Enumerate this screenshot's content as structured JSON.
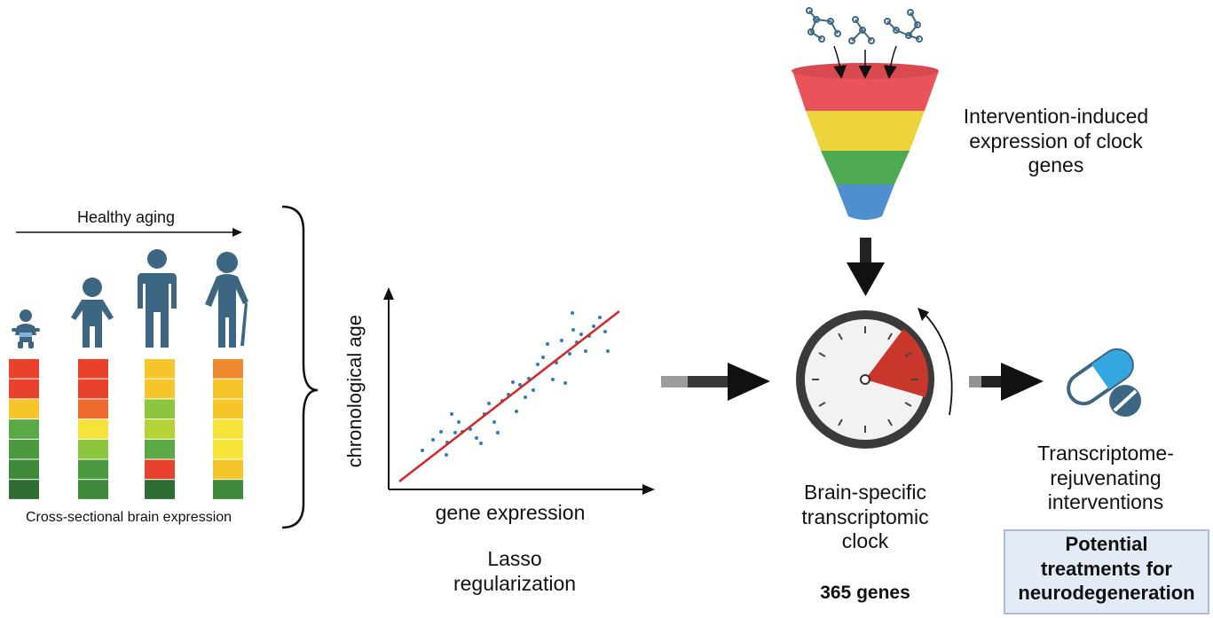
{
  "healthy_aging_label": "Healthy aging",
  "cross_sectional_label": "Cross-sectional brain expression",
  "axis_y_label": "chronological age",
  "axis_x_label": "gene expression",
  "lasso_label": "Lasso\nregularization",
  "intervention_label": "Intervention-induced\nexpression of clock\ngenes",
  "clock_label": "Brain-specific\ntranscriptomic\nclock",
  "genes_count_label": "365 genes",
  "rejuvenating_label": "Transcriptome-\nrejuvenating\ninterventions",
  "potential_treatments_label": "Potential\ntreatments for\nneurodegeneration",
  "colors": {
    "human_figure": "#3d6683",
    "regression_line": "#d62728",
    "scatter_points": "#2f7bbf",
    "clock_wedge": "#c9362c",
    "funnel": [
      "#e8545a",
      "#eed43c",
      "#4eaa52",
      "#4f8fd0"
    ],
    "pill": [
      "#35a7e0",
      "#3d6683"
    ]
  },
  "expression_columns": [
    [
      "#e8412c",
      "#e8412c",
      "#f5c52a",
      "#5aa846",
      "#4c9a3f",
      "#3e8a3a",
      "#2e6e34"
    ],
    [
      "#e8412c",
      "#e8412c",
      "#ef6b2d",
      "#f5e33a",
      "#8cc63f",
      "#4c9a3f",
      "#3e8a3a"
    ],
    [
      "#f5c52a",
      "#f5c52a",
      "#8cc63f",
      "#b5d334",
      "#5aa846",
      "#e8412c",
      "#2e6e34"
    ],
    [
      "#ef8a30",
      "#f5c52a",
      "#f5c52a",
      "#f5e33a",
      "#f5e33a",
      "#f5c52a",
      "#3e8a3a"
    ]
  ]
}
